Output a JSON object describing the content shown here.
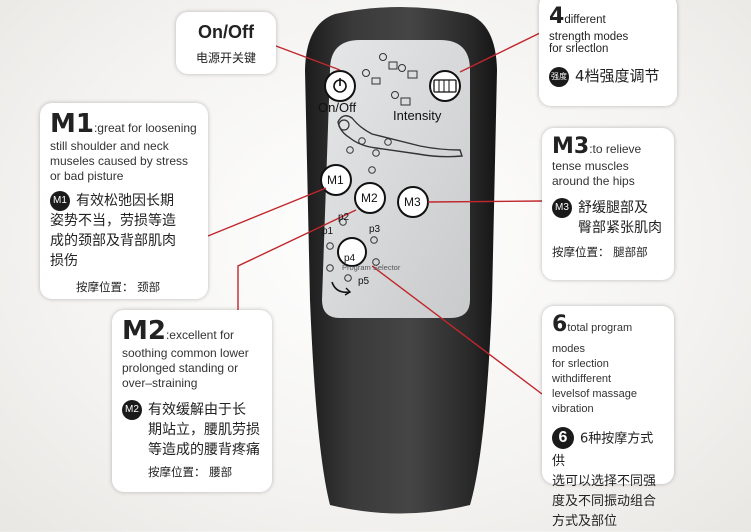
{
  "onoff": {
    "title": "On/Off",
    "cn": "电源开关键"
  },
  "strength": {
    "num": "4",
    "word": "different",
    "line2": "strength modes",
    "line3": "for srlectlon",
    "badge": "强度",
    "cn": "4档强度调节"
  },
  "m1": {
    "big": "M1",
    "desc1": ":great for loosening",
    "desc2": "still shoulder and neck",
    "desc3": "museles caused by stress",
    "desc4": "or bad pisture",
    "badge": "M1",
    "cn1": "有效松弛因长期",
    "cn2": "姿势不当，劳损等造",
    "cn3": "成的颈部及背部肌肉",
    "cn4": "损伤",
    "pos": "按摩位置：  颈部"
  },
  "m3": {
    "big": "M3",
    "desc1": ":to relieve",
    "desc2": "tense muscles",
    "desc3": "around the hips",
    "badge": "M3",
    "cn1": "舒缓腿部及",
    "cn2": "臀部紧张肌肉",
    "pos": "按摩位置：  腿部部"
  },
  "m2": {
    "big": "M2",
    "desc1": ":excellent for",
    "desc2": "soothing common lower",
    "desc3": "prolonged standing or",
    "desc4": "over–straining",
    "badge": "M2",
    "cn1": "有效缓解由于长",
    "cn2": "期站立，腰肌劳损",
    "cn3": "等造成的腰背疼痛",
    "pos": "按摩位置：  腰部"
  },
  "modes": {
    "num": "6",
    "desc1": "total program modes",
    "desc2": "for srlection withdifferent",
    "desc3": "levelsof massage",
    "desc4": "vibration",
    "badge": "6",
    "cn1": "6种按摩方式供",
    "cn2": "选可以选择不同强",
    "cn3": "度及不同振动组合",
    "cn4": "方式及部位"
  },
  "remote": {
    "onoff_label": "On/Off",
    "intensity_label": "Intensity",
    "m1": "M1",
    "m2": "M2",
    "m3": "M3",
    "p1": "p1",
    "p2": "p2",
    "p3": "p3",
    "p4": "p4",
    "p5": "p5",
    "program_label": "Program Selector"
  },
  "colors": {
    "accent_line": "#c0272d",
    "remote_body": "#2b2b2b",
    "panel": "#d6d7d8"
  }
}
